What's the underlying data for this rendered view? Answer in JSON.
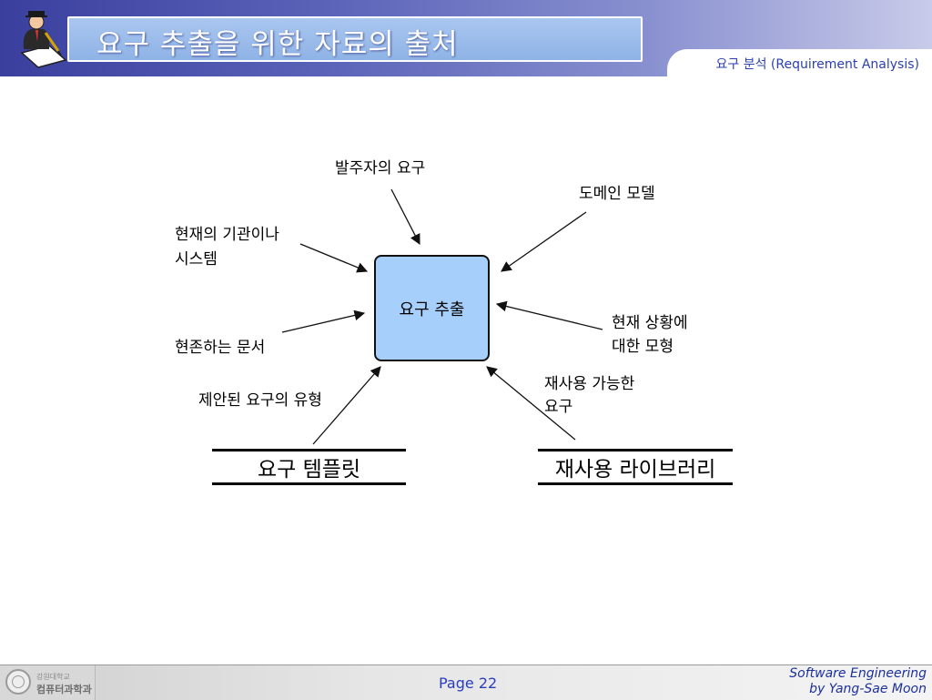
{
  "header": {
    "title": "요구 추출을 위한 자료의 출처",
    "subtitle": "요구 분석 (Requirement Analysis)"
  },
  "diagram": {
    "center": "요구 추출",
    "sources": {
      "customer": "발주자의 요구",
      "domain_model": "도메인 모델",
      "current_system_line1": "현재의 기관이나",
      "current_system_line2": "시스템",
      "existing_docs": "현존하는 문서",
      "current_situation_line1": "현재 상황에",
      "current_situation_line2": "대한 모형",
      "proposed_types": "제안된 요구의 유형",
      "reusable_line1": "재사용 가능한",
      "reusable_line2": "요구"
    },
    "stores": {
      "template": "요구 템플릿",
      "reuse_library": "재사용 라이브러리"
    }
  },
  "footer": {
    "univ": "강원대학교",
    "dept": "컴퓨터과학과",
    "page": "Page 22",
    "credit_line1": "Software Engineering",
    "credit_line2": "by Yang-Sae Moon"
  },
  "colors": {
    "header_start": "#3a3f9e",
    "title_bar": "#a9c6ef",
    "center_box": "#a6d0fb",
    "subtitle_text": "#2b3fb0",
    "page_text": "#2a3dbb"
  }
}
